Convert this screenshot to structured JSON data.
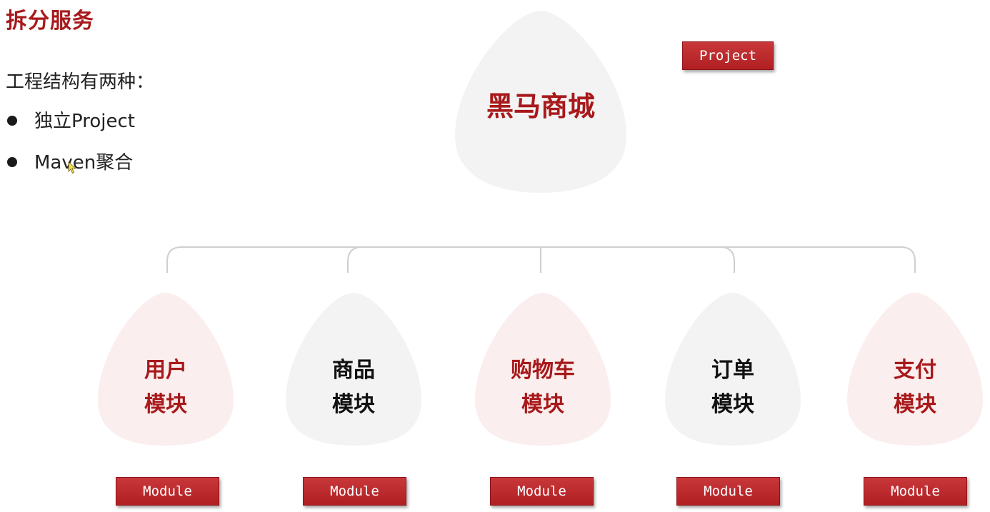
{
  "page": {
    "title": "拆分服务",
    "intro": "工程结构有两种：",
    "bullets": [
      "独立Project",
      "Maven聚合"
    ]
  },
  "diagram": {
    "root": {
      "label": "黑马商城",
      "tag": "Project",
      "color": "#a8191b"
    },
    "modules": [
      {
        "line1": "用户",
        "line2": "模块",
        "tag": "Module",
        "highlight": true
      },
      {
        "line1": "商品",
        "line2": "模块",
        "tag": "Module",
        "highlight": false
      },
      {
        "line1": "购物车",
        "line2": "模块",
        "tag": "Module",
        "highlight": true
      },
      {
        "line1": "订单",
        "line2": "模块",
        "tag": "Module",
        "highlight": false
      },
      {
        "line1": "支付",
        "line2": "模块",
        "tag": "Module",
        "highlight": true
      }
    ]
  },
  "colors": {
    "accent": "#a8191b",
    "tag_bg": "#b8292b",
    "bubble_gray": "#f3f3f3",
    "bubble_pink": "#fbeeee",
    "connector": "#cfcfcf"
  }
}
